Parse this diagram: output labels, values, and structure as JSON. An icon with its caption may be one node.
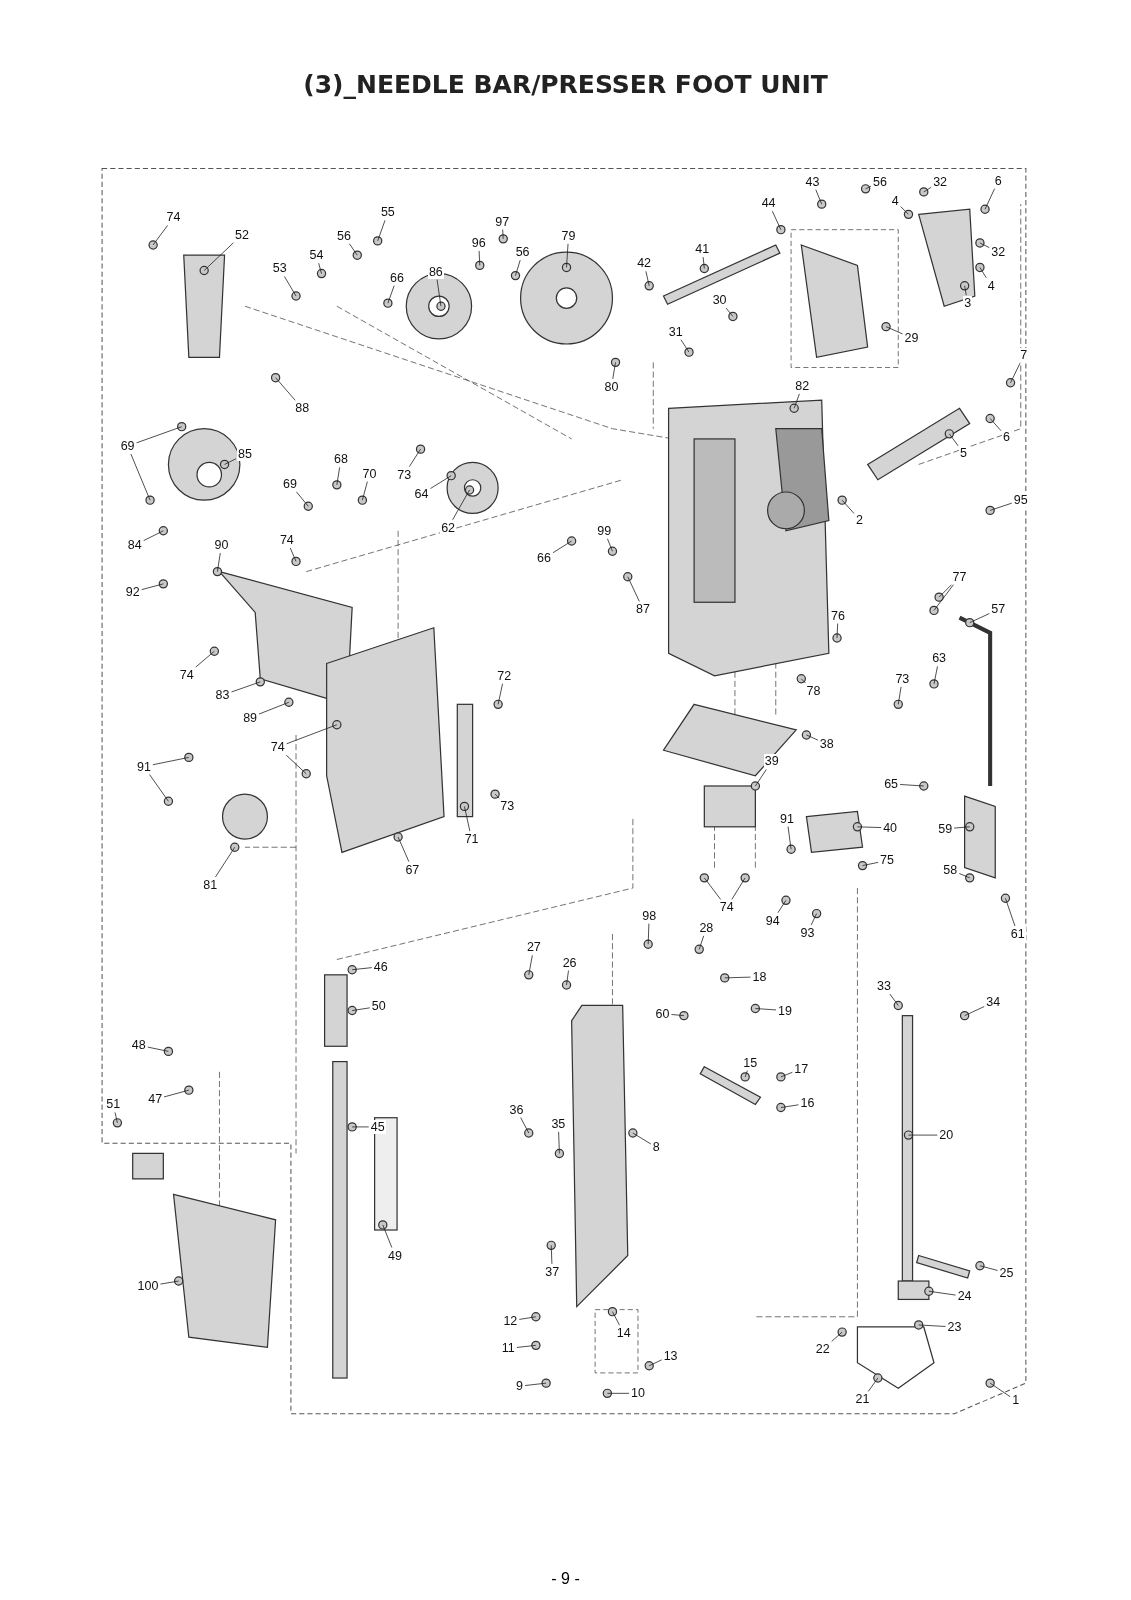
{
  "diagram": {
    "title": "(3)_NEEDLE BAR/PRESSER FOOT UNIT",
    "nodes": [
      {
        "text": [
          "74"
        ]
      },
      {
        "text": [
          "52"
        ]
      },
      {
        "text": [
          "55"
        ]
      },
      {
        "text": [
          "56"
        ]
      },
      {
        "text": [
          "54"
        ]
      },
      {
        "text": [
          "53"
        ]
      },
      {
        "text": [
          "66"
        ]
      },
      {
        "text": [
          "86"
        ]
      },
      {
        "text": [
          "97"
        ]
      },
      {
        "text": [
          "96"
        ]
      },
      {
        "text": [
          "56"
        ]
      },
      {
        "text": [
          "79"
        ]
      },
      {
        "text": [
          "42"
        ]
      },
      {
        "text": [
          "41"
        ]
      },
      {
        "text": [
          "43"
        ]
      },
      {
        "text": [
          "56"
        ]
      },
      {
        "text": [
          "44"
        ]
      },
      {
        "text": [
          "4"
        ]
      },
      {
        "text": [
          "32"
        ]
      },
      {
        "text": [
          "6"
        ]
      },
      {
        "text": [
          "32"
        ]
      },
      {
        "text": [
          "4"
        ]
      },
      {
        "text": [
          "3"
        ]
      },
      {
        "text": [
          "29"
        ]
      },
      {
        "text": [
          "30"
        ]
      },
      {
        "text": [
          "31"
        ]
      },
      {
        "text": [
          "80"
        ]
      },
      {
        "text": [
          "88"
        ]
      },
      {
        "text": [
          "82"
        ]
      },
      {
        "text": [
          "7"
        ]
      },
      {
        "text": [
          "6"
        ]
      },
      {
        "text": [
          "5"
        ]
      },
      {
        "text": [
          "2"
        ]
      },
      {
        "text": [
          "95"
        ]
      },
      {
        "text": [
          "69"
        ]
      },
      {
        "text": [
          "85"
        ]
      },
      {
        "text": [
          "68"
        ]
      },
      {
        "text": [
          "70"
        ]
      },
      {
        "text": [
          "69"
        ]
      },
      {
        "text": [
          "73"
        ]
      },
      {
        "text": [
          "64"
        ]
      },
      {
        "text": [
          "62"
        ]
      },
      {
        "text": [
          "84"
        ]
      },
      {
        "text": [
          "90"
        ]
      },
      {
        "text": [
          "74"
        ]
      },
      {
        "text": [
          "99"
        ]
      },
      {
        "text": [
          "66"
        ]
      },
      {
        "text": [
          "92"
        ]
      },
      {
        "text": [
          "87"
        ]
      },
      {
        "text": [
          "77"
        ]
      },
      {
        "text": [
          "57"
        ]
      },
      {
        "text": [
          "76"
        ]
      },
      {
        "text": [
          "74"
        ]
      },
      {
        "text": [
          "83"
        ]
      },
      {
        "text": [
          "63"
        ]
      },
      {
        "text": [
          "72"
        ]
      },
      {
        "text": [
          "78"
        ]
      },
      {
        "text": [
          "73"
        ]
      },
      {
        "text": [
          "89"
        ]
      },
      {
        "text": [
          "38"
        ]
      },
      {
        "text": [
          "74"
        ]
      },
      {
        "text": [
          "91"
        ]
      },
      {
        "text": [
          "73"
        ]
      },
      {
        "text": [
          "71"
        ]
      },
      {
        "text": [
          "65"
        ]
      },
      {
        "text": [
          "39"
        ]
      },
      {
        "text": [
          "91"
        ]
      },
      {
        "text": [
          "40"
        ]
      },
      {
        "text": [
          "59"
        ]
      },
      {
        "text": [
          "75"
        ]
      },
      {
        "text": [
          "67"
        ]
      },
      {
        "text": [
          "81"
        ]
      },
      {
        "text": [
          "74"
        ]
      },
      {
        "text": [
          "94"
        ]
      },
      {
        "text": [
          "93"
        ]
      },
      {
        "text": [
          "58"
        ]
      },
      {
        "text": [
          "61"
        ]
      },
      {
        "text": [
          "98"
        ]
      },
      {
        "text": [
          "28"
        ]
      },
      {
        "text": [
          "27"
        ]
      },
      {
        "text": [
          "26"
        ]
      },
      {
        "text": [
          "46"
        ]
      },
      {
        "text": [
          "18"
        ]
      },
      {
        "text": [
          "19"
        ]
      },
      {
        "text": [
          "33"
        ]
      },
      {
        "text": [
          "34"
        ]
      },
      {
        "text": [
          "50"
        ]
      },
      {
        "text": [
          "60"
        ]
      },
      {
        "text": [
          "48"
        ]
      },
      {
        "text": [
          "15"
        ]
      },
      {
        "text": [
          "17"
        ]
      },
      {
        "text": [
          "47"
        ]
      },
      {
        "text": [
          "51"
        ]
      },
      {
        "text": [
          "16"
        ]
      },
      {
        "text": [
          "36"
        ]
      },
      {
        "text": [
          "45"
        ]
      },
      {
        "text": [
          "35"
        ]
      },
      {
        "text": [
          "8"
        ]
      },
      {
        "text": [
          "20"
        ]
      },
      {
        "text": [
          "49"
        ]
      },
      {
        "text": [
          "37"
        ]
      },
      {
        "text": [
          "100"
        ]
      },
      {
        "text": [
          "25"
        ]
      },
      {
        "text": [
          "24"
        ]
      },
      {
        "text": [
          "12"
        ]
      },
      {
        "text": [
          "23"
        ]
      },
      {
        "text": [
          "14"
        ]
      },
      {
        "text": [
          "22"
        ]
      },
      {
        "text": [
          "11"
        ]
      },
      {
        "text": [
          "13"
        ]
      },
      {
        "text": [
          "9"
        ]
      },
      {
        "text": [
          "10"
        ]
      },
      {
        "text": [
          "21"
        ]
      },
      {
        "text": [
          "1"
        ]
      }
    ],
    "edges": [
      {
        "from": 0,
        "to": null,
        "arrow": "none"
      },
      {
        "from": 1,
        "to": null,
        "arrow": "none"
      },
      {
        "from": 2,
        "to": null,
        "arrow": "none"
      },
      {
        "from": 3,
        "to": null,
        "arrow": "none"
      },
      {
        "from": 4,
        "to": null,
        "arrow": "none"
      },
      {
        "from": 5,
        "to": null,
        "arrow": "none"
      },
      {
        "from": 6,
        "to": null,
        "arrow": "none"
      },
      {
        "from": 7,
        "to": null,
        "arrow": "none"
      },
      {
        "from": 8,
        "to": null,
        "arrow": "none"
      },
      {
        "from": 9,
        "to": null,
        "arrow": "none"
      },
      {
        "from": 10,
        "to": null,
        "arrow": "none"
      },
      {
        "from": 11,
        "to": null,
        "arrow": "none"
      },
      {
        "from": 12,
        "to": null,
        "arrow": "none"
      },
      {
        "from": 13,
        "to": null,
        "arrow": "none"
      },
      {
        "from": 14,
        "to": null,
        "arrow": "none"
      },
      {
        "from": 15,
        "to": null,
        "arrow": "none"
      },
      {
        "from": 16,
        "to": null,
        "arrow": "none"
      },
      {
        "from": 17,
        "to": null,
        "arrow": "none"
      },
      {
        "from": 18,
        "to": null,
        "arrow": "none"
      },
      {
        "from": 19,
        "to": null,
        "arrow": "none"
      },
      {
        "from": 20,
        "to": null,
        "arrow": "none"
      },
      {
        "from": 21,
        "to": null,
        "arrow": "none"
      },
      {
        "from": 22,
        "to": null,
        "arrow": "none"
      },
      {
        "from": 23,
        "to": null,
        "arrow": "none"
      },
      {
        "from": 24,
        "to": null,
        "arrow": "none"
      },
      {
        "from": 25,
        "to": null,
        "arrow": "none"
      },
      {
        "from": 26,
        "to": null,
        "arrow": "none"
      },
      {
        "from": 27,
        "to": null,
        "arrow": "none"
      },
      {
        "from": 28,
        "to": null,
        "arrow": "none"
      },
      {
        "from": 29,
        "to": null,
        "arrow": "none"
      },
      {
        "from": 30,
        "to": null,
        "arrow": "none"
      },
      {
        "from": 31,
        "to": null,
        "arrow": "none"
      },
      {
        "from": 32,
        "to": null,
        "arrow": "none"
      },
      {
        "from": 33,
        "to": null,
        "arrow": "none"
      },
      {
        "from": 34,
        "to": null,
        "arrow": "none"
      },
      {
        "from": 34,
        "to": null,
        "arrow": "none"
      },
      {
        "from": 35,
        "to": null,
        "arrow": "none"
      },
      {
        "from": 36,
        "to": null,
        "arrow": "none"
      },
      {
        "from": 37,
        "to": null,
        "arrow": "none"
      },
      {
        "from": 38,
        "to": null,
        "arrow": "none"
      },
      {
        "from": 39,
        "to": null,
        "arrow": "none"
      },
      {
        "from": 40,
        "to": null,
        "arrow": "none"
      },
      {
        "from": 41,
        "to": null,
        "arrow": "none"
      },
      {
        "from": 42,
        "to": null,
        "arrow": "none"
      },
      {
        "from": 43,
        "to": null,
        "arrow": "none"
      },
      {
        "from": 44,
        "to": null,
        "arrow": "none"
      },
      {
        "from": 45,
        "to": null,
        "arrow": "none"
      },
      {
        "from": 46,
        "to": null,
        "arrow": "none"
      },
      {
        "from": 47,
        "to": null,
        "arrow": "none"
      },
      {
        "from": 48,
        "to": null,
        "arrow": "none"
      },
      {
        "from": 49,
        "to": null,
        "arrow": "none"
      },
      {
        "from": 49,
        "to": null,
        "arrow": "none"
      },
      {
        "from": 50,
        "to": null,
        "arrow": "none"
      },
      {
        "from": 51,
        "to": null,
        "arrow": "none"
      },
      {
        "from": 52,
        "to": null,
        "arrow": "none"
      },
      {
        "from": 53,
        "to": null,
        "arrow": "none"
      },
      {
        "from": 54,
        "to": null,
        "arrow": "none"
      },
      {
        "from": 55,
        "to": null,
        "arrow": "none"
      },
      {
        "from": 56,
        "to": null,
        "arrow": "none"
      },
      {
        "from": 57,
        "to": null,
        "arrow": "none"
      },
      {
        "from": 58,
        "to": null,
        "arrow": "none"
      },
      {
        "from": 59,
        "to": null,
        "arrow": "none"
      },
      {
        "from": 60,
        "to": null,
        "arrow": "none"
      },
      {
        "from": 60,
        "to": null,
        "arrow": "none"
      },
      {
        "from": 61,
        "to": null,
        "arrow": "none"
      },
      {
        "from": 61,
        "to": null,
        "arrow": "none"
      },
      {
        "from": 62,
        "to": null,
        "arrow": "none"
      },
      {
        "from": 63,
        "to": null,
        "arrow": "none"
      },
      {
        "from": 64,
        "to": null,
        "arrow": "none"
      },
      {
        "from": 65,
        "to": null,
        "arrow": "none"
      },
      {
        "from": 66,
        "to": null,
        "arrow": "none"
      },
      {
        "from": 67,
        "to": null,
        "arrow": "none"
      },
      {
        "from": 68,
        "to": null,
        "arrow": "none"
      },
      {
        "from": 69,
        "to": null,
        "arrow": "none"
      },
      {
        "from": 70,
        "to": null,
        "arrow": "none"
      },
      {
        "from": 71,
        "to": null,
        "arrow": "none"
      },
      {
        "from": 72,
        "to": null,
        "arrow": "none"
      },
      {
        "from": 72,
        "to": null,
        "arrow": "none"
      },
      {
        "from": 73,
        "to": null,
        "arrow": "none"
      },
      {
        "from": 74,
        "to": null,
        "arrow": "none"
      },
      {
        "from": 75,
        "to": null,
        "arrow": "none"
      },
      {
        "from": 76,
        "to": null,
        "arrow": "none"
      },
      {
        "from": 77,
        "to": null,
        "arrow": "none"
      },
      {
        "from": 78,
        "to": null,
        "arrow": "none"
      },
      {
        "from": 79,
        "to": null,
        "arrow": "none"
      },
      {
        "from": 80,
        "to": null,
        "arrow": "none"
      },
      {
        "from": 81,
        "to": null,
        "arrow": "none"
      },
      {
        "from": 82,
        "to": null,
        "arrow": "none"
      },
      {
        "from": 83,
        "to": null,
        "arrow": "none"
      },
      {
        "from": 84,
        "to": null,
        "arrow": "none"
      },
      {
        "from": 85,
        "to": null,
        "arrow": "none"
      },
      {
        "from": 86,
        "to": null,
        "arrow": "none"
      },
      {
        "from": 87,
        "to": null,
        "arrow": "none"
      },
      {
        "from": 88,
        "to": null,
        "arrow": "none"
      },
      {
        "from": 89,
        "to": null,
        "arrow": "none"
      },
      {
        "from": 90,
        "to": null,
        "arrow": "none"
      },
      {
        "from": 91,
        "to": null,
        "arrow": "none"
      },
      {
        "from": 92,
        "to": null,
        "arrow": "none"
      },
      {
        "from": 93,
        "to": null,
        "arrow": "none"
      },
      {
        "from": 94,
        "to": null,
        "arrow": "none"
      },
      {
        "from": 95,
        "to": null,
        "arrow": "none"
      },
      {
        "from": 96,
        "to": null,
        "arrow": "none"
      },
      {
        "from": 97,
        "to": null,
        "arrow": "none"
      },
      {
        "from": 98,
        "to": null,
        "arrow": "none"
      },
      {
        "from": 99,
        "to": null,
        "arrow": "none"
      },
      {
        "from": 100,
        "to": null,
        "arrow": "none"
      },
      {
        "from": 101,
        "to": null,
        "arrow": "none"
      },
      {
        "from": 102,
        "to": null,
        "arrow": "none"
      },
      {
        "from": 103,
        "to": null,
        "arrow": "none"
      },
      {
        "from": 104,
        "to": null,
        "arrow": "none"
      },
      {
        "from": 105,
        "to": null,
        "arrow": "none"
      },
      {
        "from": 106,
        "to": null,
        "arrow": "none"
      },
      {
        "from": 107,
        "to": null,
        "arrow": "none"
      },
      {
        "from": 108,
        "to": null,
        "arrow": "none"
      },
      {
        "from": 109,
        "to": null,
        "arrow": "none"
      },
      {
        "from": 110,
        "to": null,
        "arrow": "none"
      },
      {
        "from": 111,
        "to": null,
        "arrow": "none"
      },
      {
        "from": 112,
        "to": null,
        "arrow": "none"
      },
      {
        "from": 113,
        "to": null,
        "arrow": "none"
      }
    ],
    "labels": [
      "- 9 -"
    ]
  }
}
